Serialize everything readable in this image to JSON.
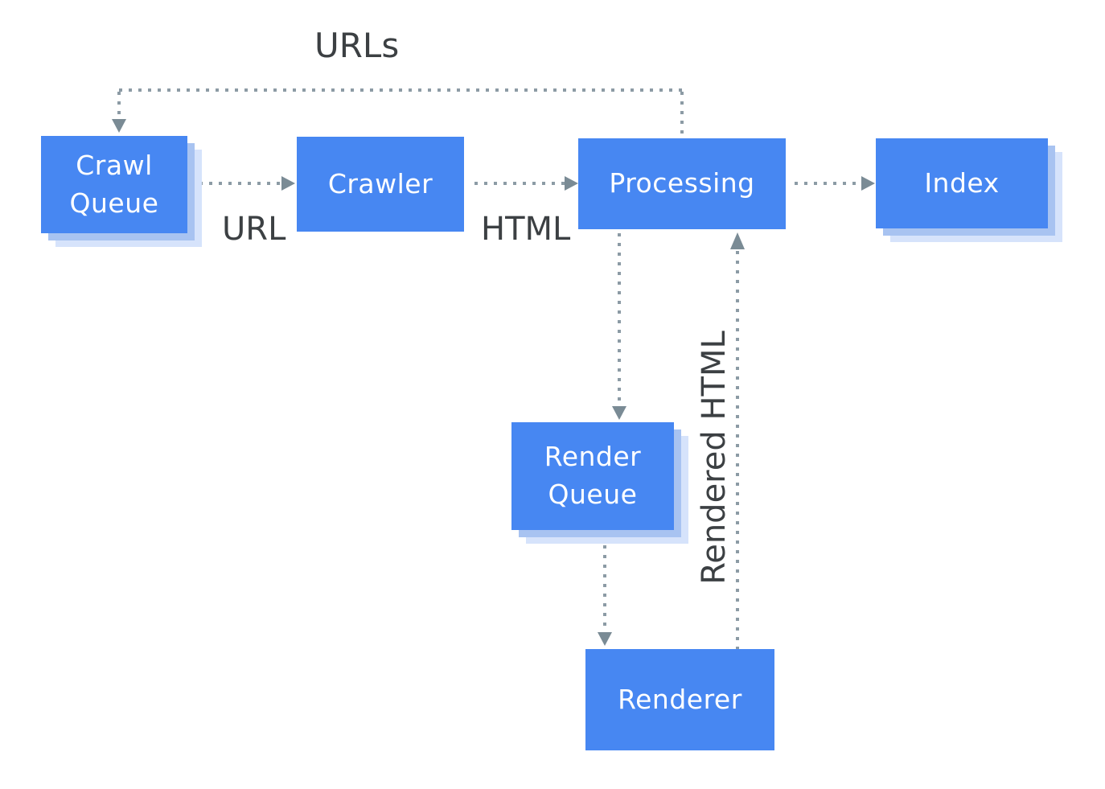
{
  "labels": {
    "urls": "URLs",
    "url": "URL",
    "html": "HTML",
    "rendered_html": "Rendered HTML"
  },
  "nodes": {
    "crawl_queue": {
      "line1": "Crawl",
      "line2": "Queue"
    },
    "crawler": {
      "line1": "Crawler"
    },
    "processing": {
      "line1": "Processing"
    },
    "index": {
      "line1": "Index"
    },
    "render_queue": {
      "line1": "Render",
      "line2": "Queue"
    },
    "renderer": {
      "line1": "Renderer"
    }
  },
  "edges": [
    {
      "from": "Processing",
      "to": "Crawl Queue",
      "label": "URLs",
      "style": "dotted"
    },
    {
      "from": "Crawl Queue",
      "to": "Crawler",
      "label": "URL",
      "style": "dotted"
    },
    {
      "from": "Crawler",
      "to": "Processing",
      "label": "HTML",
      "style": "dotted"
    },
    {
      "from": "Processing",
      "to": "Index",
      "label": "",
      "style": "dotted"
    },
    {
      "from": "Processing",
      "to": "Render Queue",
      "label": "",
      "style": "dotted"
    },
    {
      "from": "Render Queue",
      "to": "Renderer",
      "label": "",
      "style": "dotted"
    },
    {
      "from": "Renderer",
      "to": "Processing",
      "label": "Rendered HTML",
      "style": "dotted"
    }
  ],
  "colors": {
    "node_fill": "#4787F2",
    "node_text": "#FFFFFF",
    "label_text": "#3C4043",
    "dot": "#8C9BA5",
    "arrow": "#7A8B95",
    "shadow_inner": "#A8C3F1",
    "shadow_outer": "#D6E3FB"
  }
}
